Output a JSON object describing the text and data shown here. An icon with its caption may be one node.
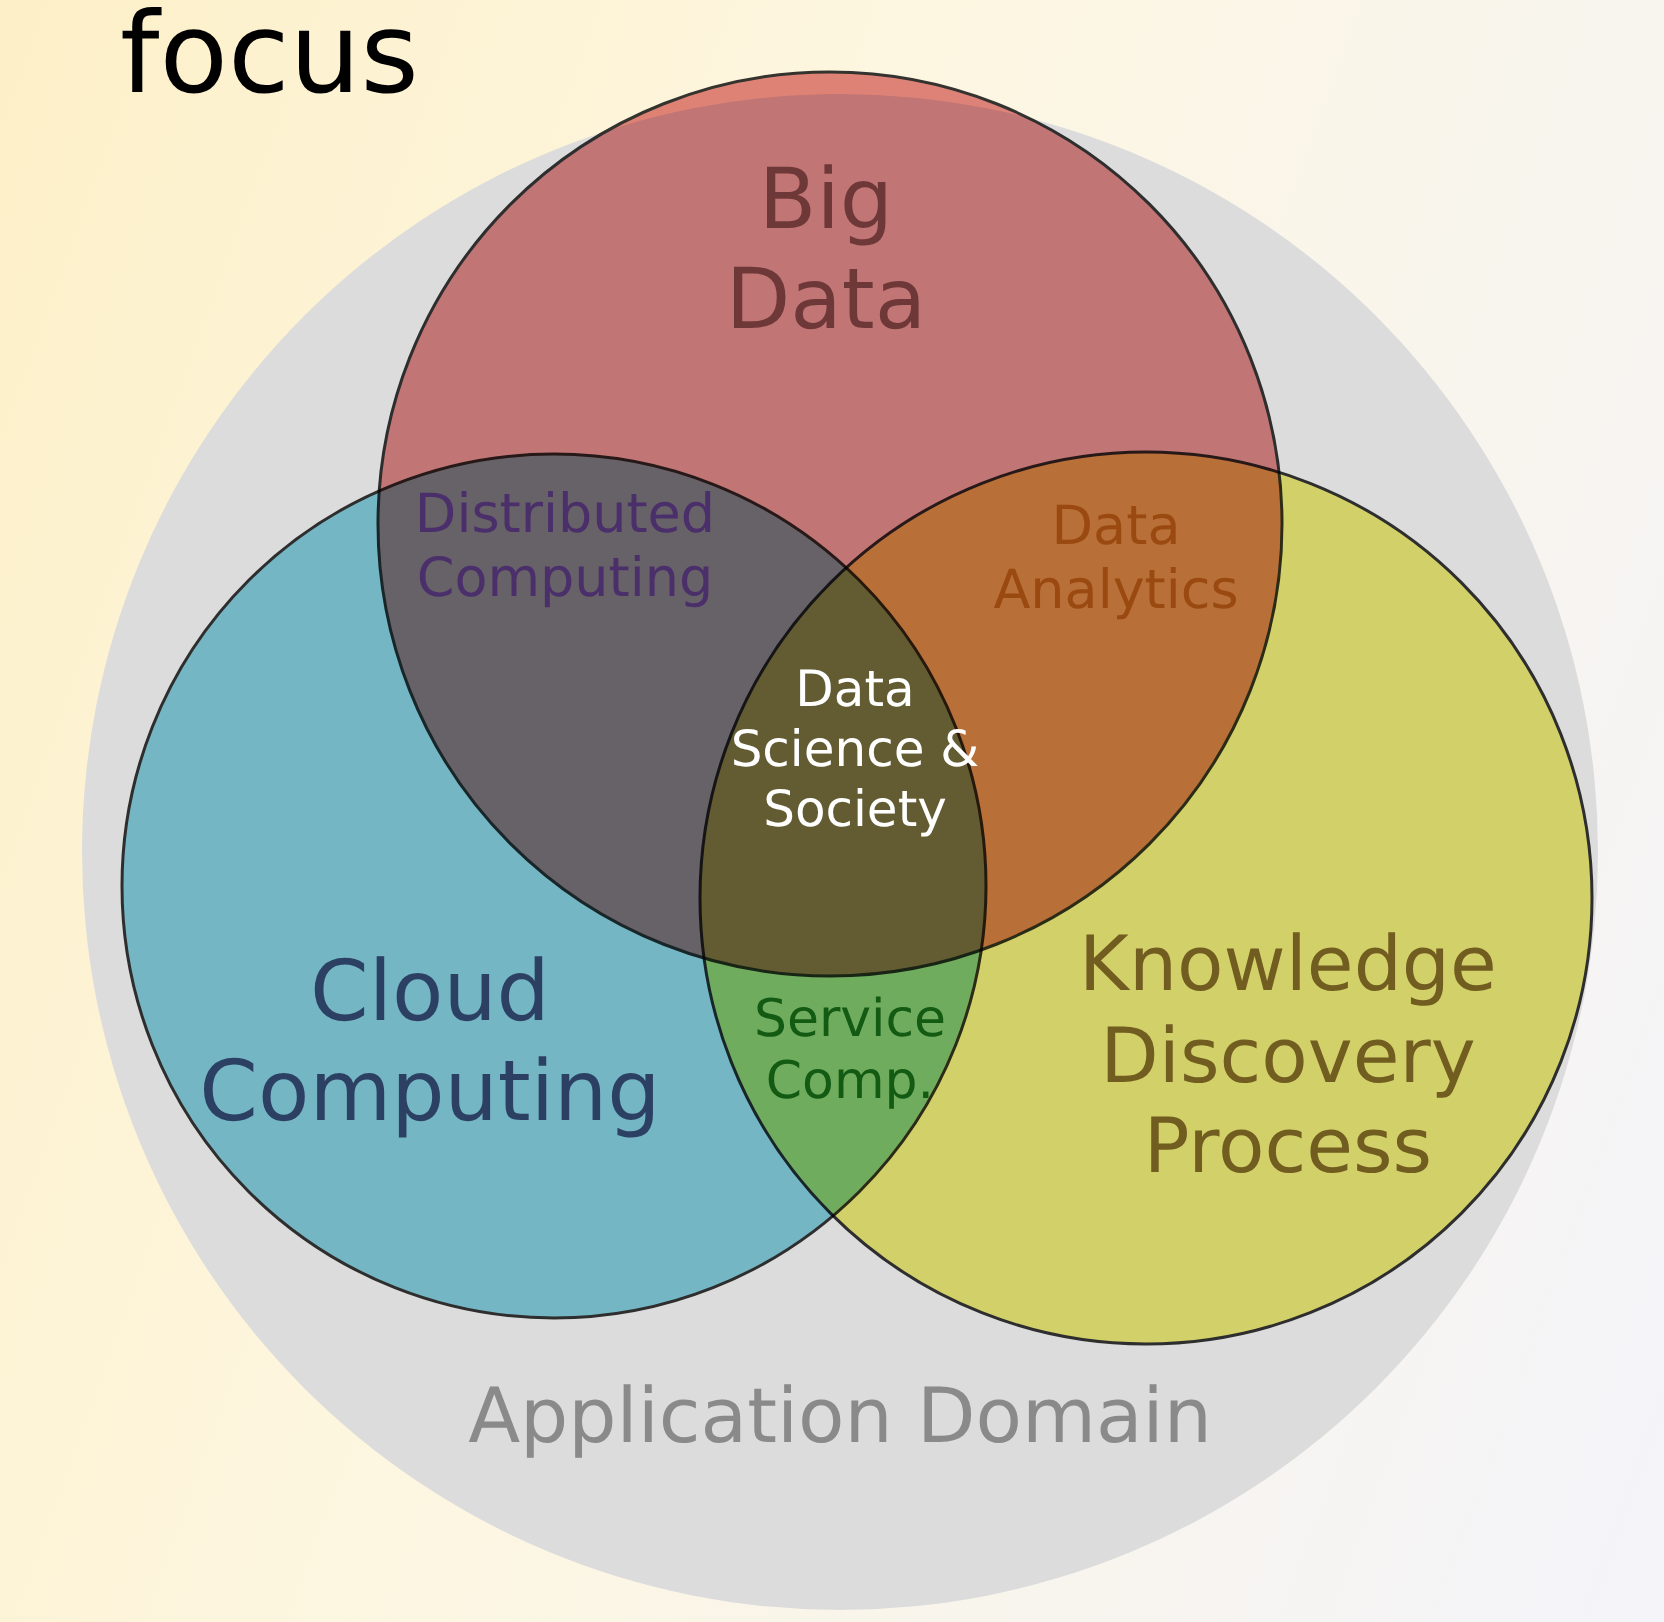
{
  "diagram": {
    "title": "focus",
    "nodes": [
      {
        "text": [
          "Application Domain"
        ]
      },
      {
        "text": [
          "Big Data"
        ],
        "in": 0
      },
      {
        "text": [
          "Cloud Computing"
        ],
        "in": 0
      },
      {
        "text": [
          "Knowledge Discovery Process"
        ],
        "in": 0
      }
    ],
    "labels": [
      "Distributed Computing",
      "Data Analytics",
      "Data Science & Society",
      "Service Comp."
    ]
  }
}
